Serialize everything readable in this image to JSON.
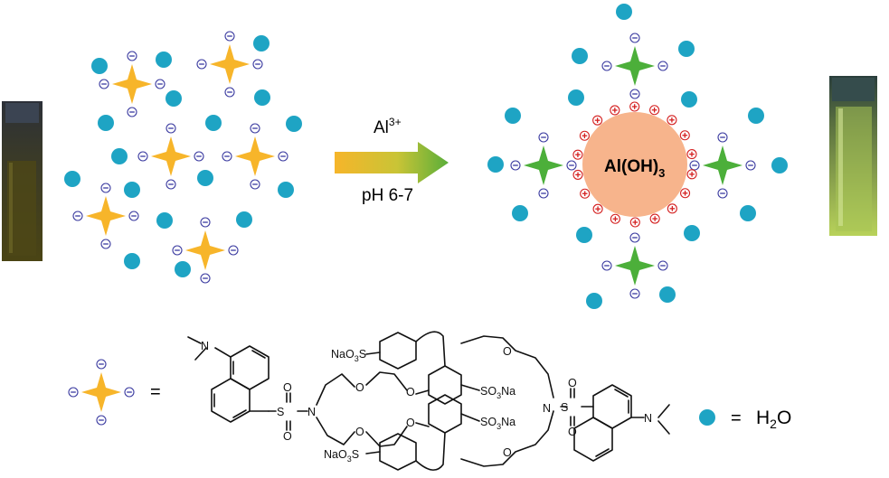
{
  "arrow": {
    "reagent": "Al",
    "reagent_sup": "3+",
    "condition": "pH 6-7"
  },
  "particle": {
    "label_main": "Al(OH)",
    "label_sub": "3"
  },
  "legend": {
    "probe_equals": "=",
    "water_equals": "=",
    "water_formula_main": "H",
    "water_formula_sub": "2",
    "water_formula_end": "O"
  },
  "structure": {
    "naso3_top": "NaO",
    "naso3_top_sub": "3",
    "naso3_top_end": "S",
    "naso3_bottom": "NaO",
    "naso3_bottom_sub": "3",
    "naso3_bottom_end": "S",
    "so3na_upper": "SO",
    "so3na_upper_sub": "3",
    "so3na_upper_end": "Na",
    "so3na_lower": "SO",
    "so3na_lower_sub": "3",
    "so3na_lower_end": "Na",
    "o_letter": "O",
    "n_letter": "N",
    "s_letter": "S"
  },
  "colors": {
    "probe_free": "#f7b52a",
    "probe_bound": "#4caf3a",
    "water": "#1ea4c4",
    "particle": "#f7b48c",
    "negative_charge": "#3a3aa0",
    "positive_charge": "#d42020"
  },
  "icons": {
    "negative": "minus-circle-icon",
    "positive": "plus-circle-icon"
  }
}
